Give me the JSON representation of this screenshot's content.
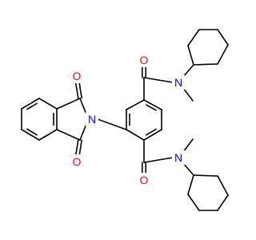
{
  "molecule": {
    "colors": {
      "bond": "#000000",
      "oxygen": "#ff0000",
      "nitrogen": "#0000ff",
      "background": "#ffffff"
    },
    "labels": {
      "o_top_amide": "O",
      "n_top_amide": "N",
      "n_imide": "N",
      "o_imide_upper": "O",
      "o_imide_lower": "O",
      "o_bottom_amide": "O",
      "n_bottom_amide": "N"
    }
  }
}
